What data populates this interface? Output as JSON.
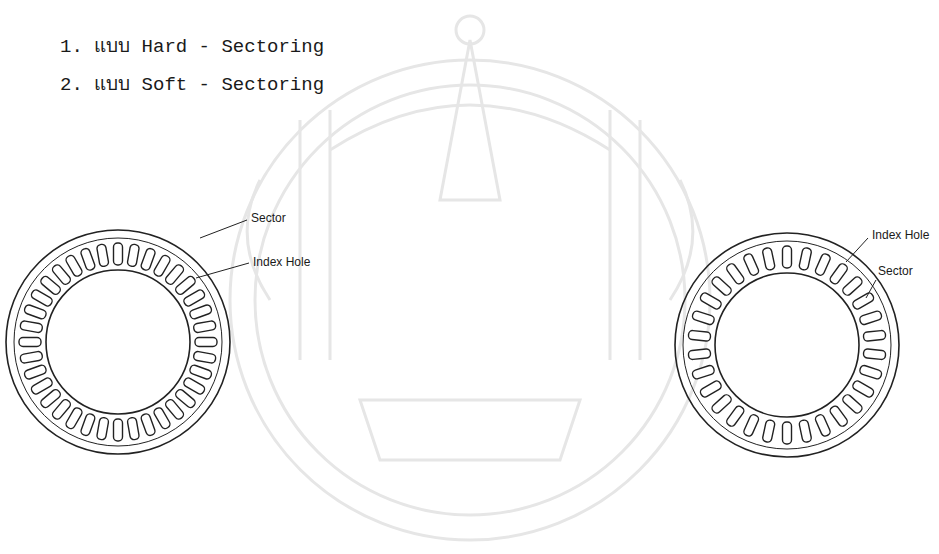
{
  "diagram": {
    "labels": [
      "1. แบบ Hard - Sectoring",
      "2. แบบ Soft - Sectoring",
      "Sector",
      "Index Hole",
      "Index Hole",
      "Sector"
    ]
  }
}
